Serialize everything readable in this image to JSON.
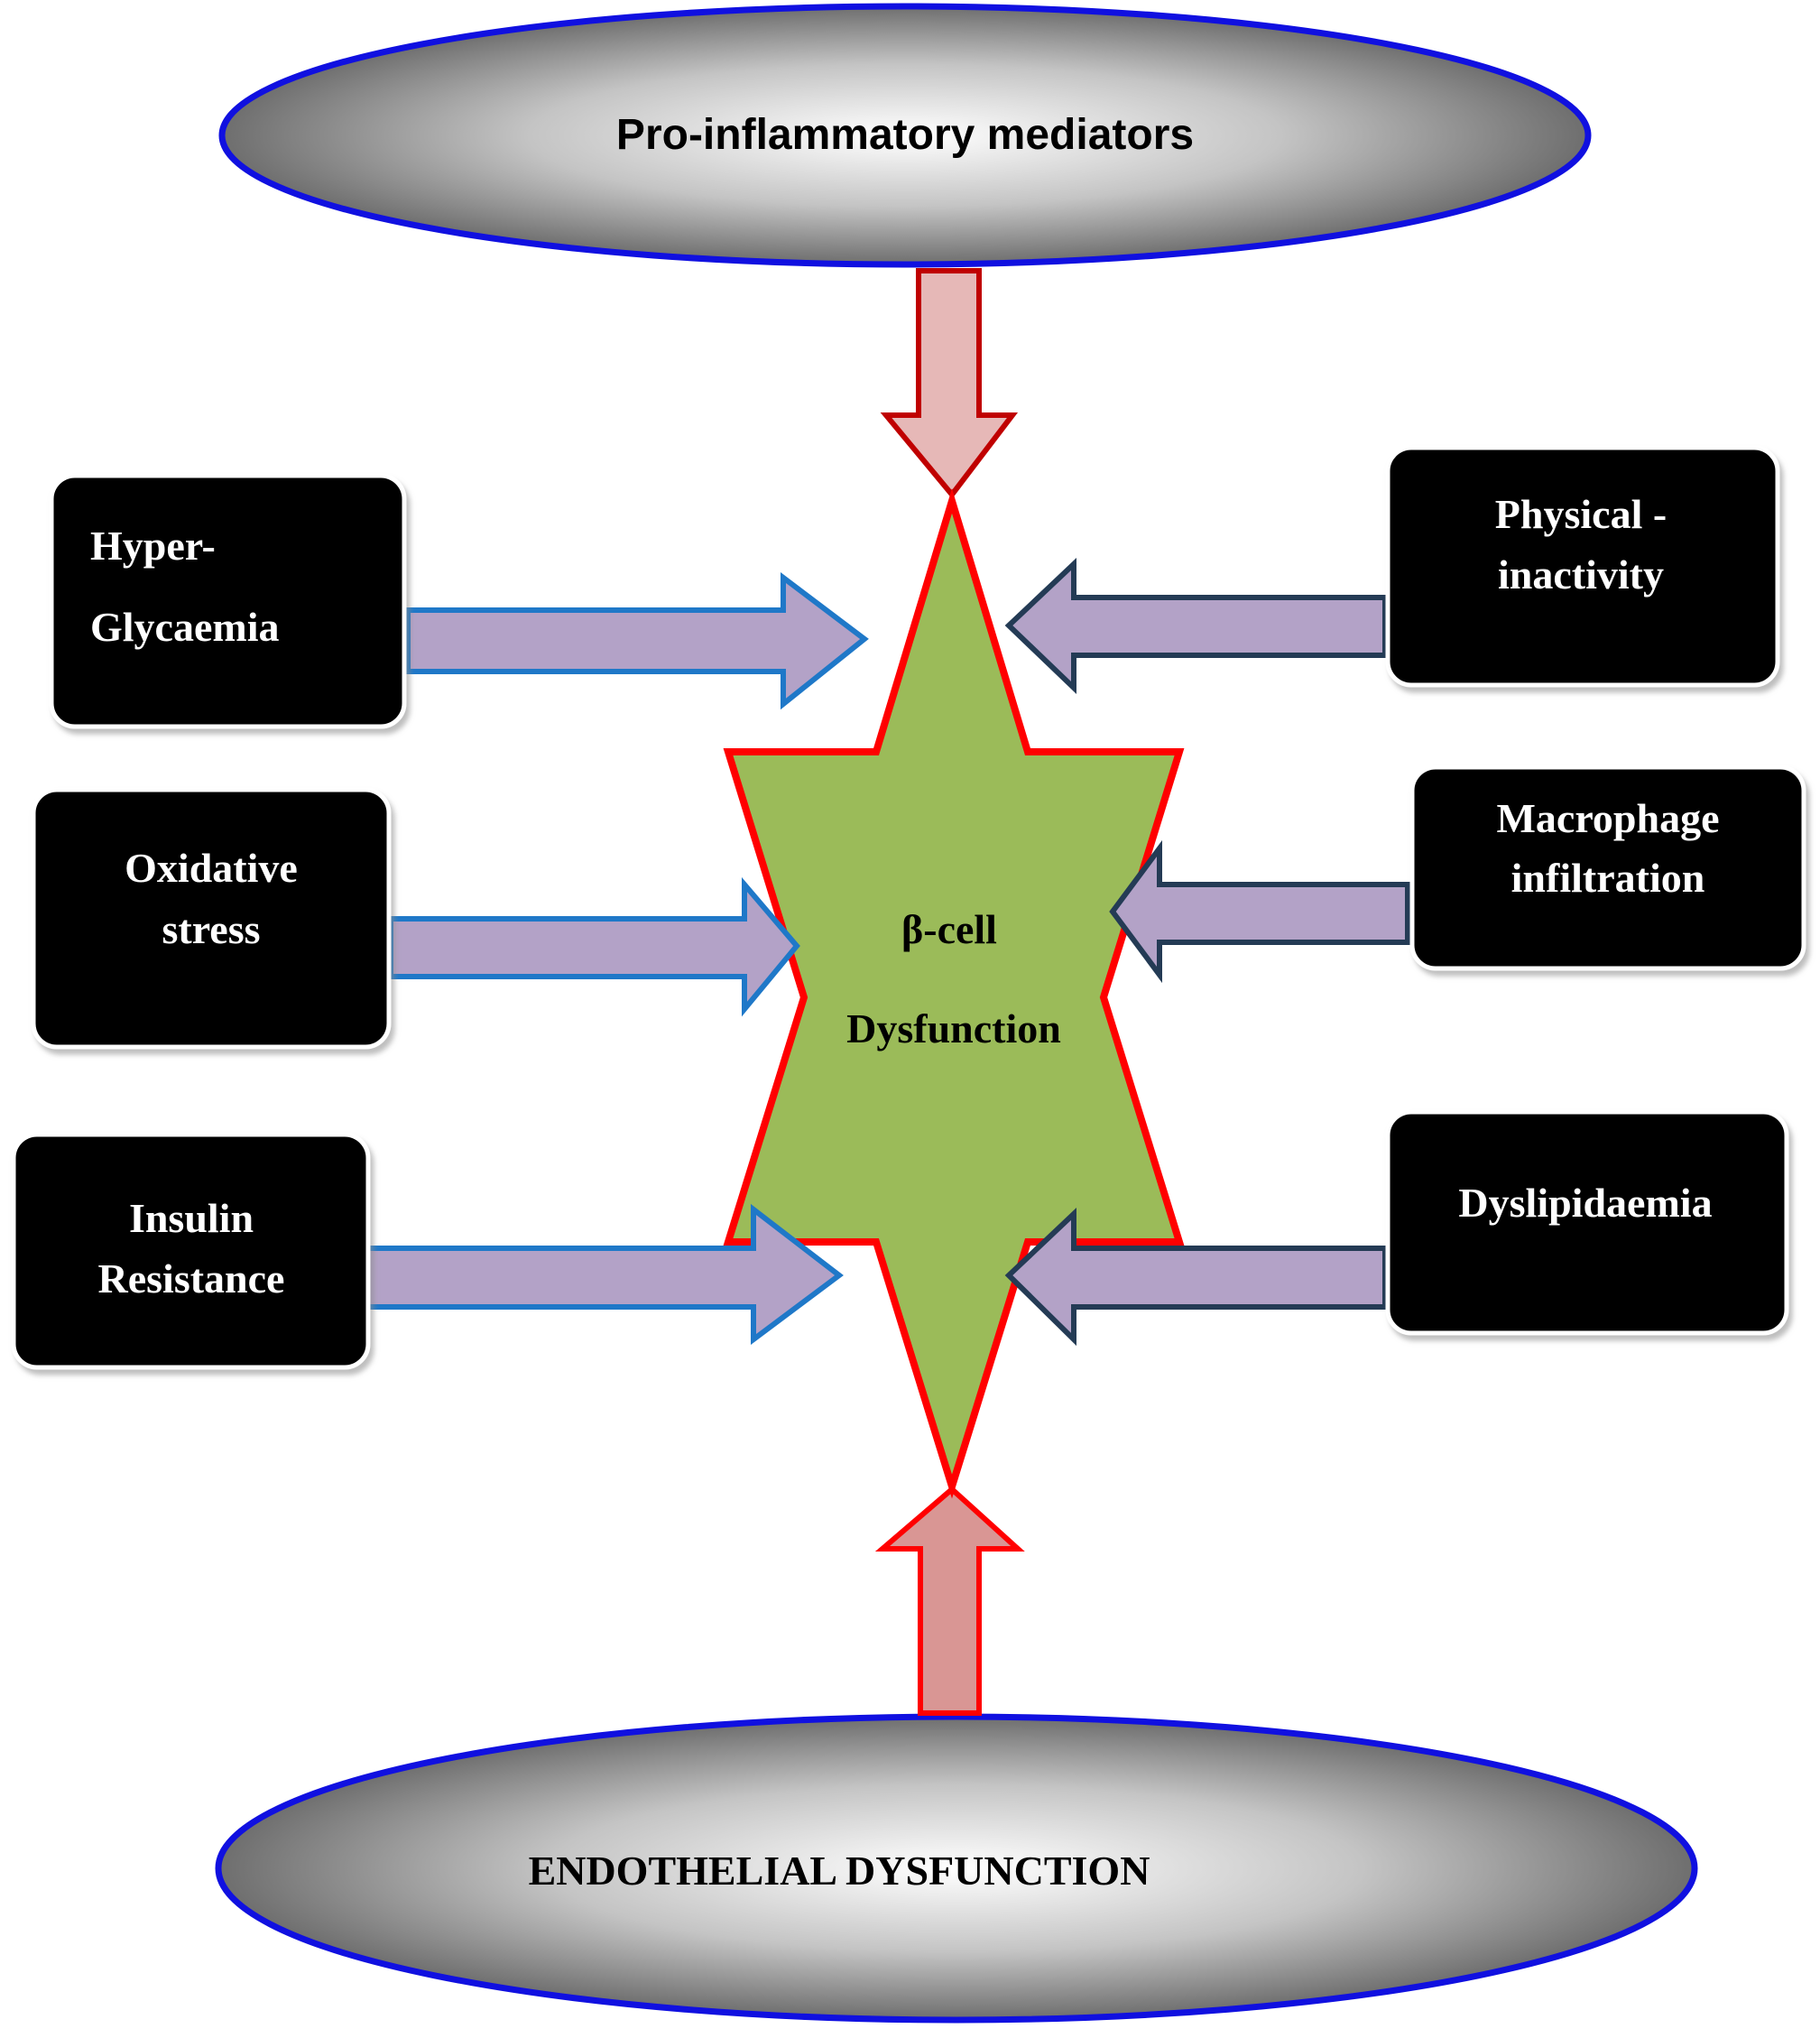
{
  "top_node": {
    "label": "Pro-inflammatory mediators"
  },
  "bottom_node": {
    "label": "ENDOTHELIAL DYSFUNCTION"
  },
  "center_node": {
    "line1": "β-cell",
    "line2": "Dysfunction"
  },
  "left_boxes": [
    {
      "line1": "Hyper-",
      "line2": "Glycaemia"
    },
    {
      "line1": "Oxidative",
      "line2": "stress"
    },
    {
      "line1": "Insulin",
      "line2": "Resistance"
    }
  ],
  "right_boxes": [
    {
      "line1": "Physical -",
      "line2": "inactivity"
    },
    {
      "line1": "Macrophage",
      "line2": "infiltration"
    },
    {
      "line1": "Dyslipidaemia",
      "line2": ""
    }
  ],
  "colors": {
    "ellipse_border": "#1010e0",
    "star_fill": "#9bbb59",
    "star_border": "#ff0000",
    "arrow_fill": "#b3a2c7",
    "left_arrow_border": "#1f78c8",
    "right_arrow_border": "#243b55",
    "top_arrow_fill": "#e6b8b7",
    "top_arrow_border": "#c00000",
    "bottom_arrow_fill": "#d99694",
    "bottom_arrow_border": "#ff0000",
    "box_fill": "#000000"
  }
}
